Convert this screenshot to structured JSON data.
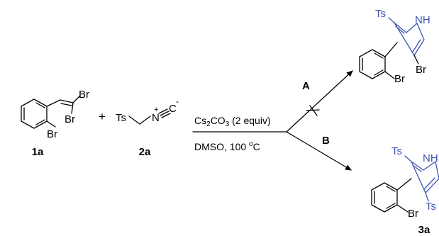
{
  "compounds": {
    "sm1": {
      "id": "1a",
      "br_vinyl_top": "Br",
      "br_vinyl_bottom": "Br",
      "br_aryl": "Br"
    },
    "sm2": {
      "id": "2a",
      "ts": "Ts",
      "n": "N",
      "plus": "+",
      "c": "C",
      "minus": "-"
    },
    "plus_sign": "+"
  },
  "conditions": {
    "above": {
      "prefix": "Cs",
      "sub": "2",
      "mid": "CO",
      "sub2": "3",
      "rest": " (2 equiv)"
    },
    "below": {
      "prefix": "DMSO, 100 ",
      "sup": "o",
      "suffix": "C"
    }
  },
  "pathways": {
    "a": "A",
    "b": "B"
  },
  "products": {
    "top": {
      "ts": "Ts",
      "nh": "NH",
      "br_ring": "Br",
      "br_aryl": "Br"
    },
    "bottom": {
      "id": "3a",
      "ts": "Ts",
      "nh": "NH",
      "ts2": "Ts",
      "br_aryl": "Br"
    }
  },
  "colors": {
    "blue": "#3b55b0",
    "black": "#000000"
  }
}
